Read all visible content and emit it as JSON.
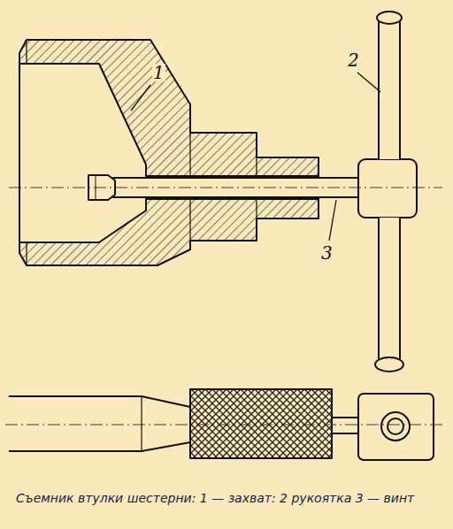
{
  "diagram": {
    "caption": "Съемник втулки шестерни: 1 — захват: 2 рукоятка 3 — винт",
    "labels": [
      "1",
      "2",
      "3"
    ]
  }
}
